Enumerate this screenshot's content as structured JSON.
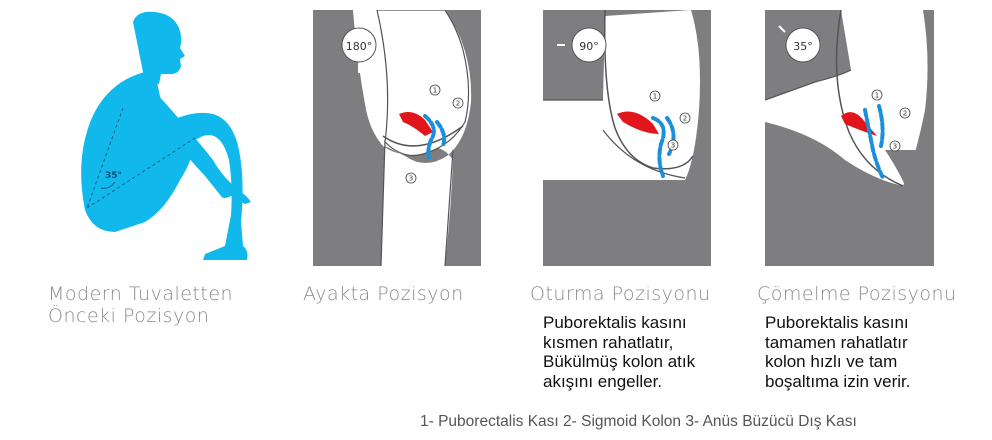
{
  "panels": [
    {
      "caption": [
        "Modern Tuvaletten",
        "Önceki Pozisyon"
      ],
      "angle": "35°"
    },
    {
      "caption": [
        "Ayakta Pozisyon"
      ],
      "angle": "180°"
    },
    {
      "caption": [
        "Oturma Pozisyonu"
      ],
      "angle": "90°",
      "description": [
        "Puborektalis kasını",
        "kısmen rahatlatır,",
        "Bükülmüş kolon atık",
        "akışını engeller."
      ]
    },
    {
      "caption": [
        "Çömelme Pozisyonu"
      ],
      "angle": "35°",
      "description": [
        "Puborektalis kasını",
        "tamamen rahatlatır",
        "kolon hızlı ve tam",
        "boşaltıma izin verir."
      ]
    }
  ],
  "markers": [
    "1",
    "2",
    "3"
  ],
  "legend": "1- Puborectalis Kası 2- Sigmoid Kolon 3- Anüs Büzücü Dış Kası",
  "colors": {
    "figure": "#11b8ec",
    "muscle_red": "#e0161c",
    "colon_blue": "#1c8fdc",
    "panel_gray": "#7e7e80",
    "caption_gray": "#8a8a8a"
  }
}
